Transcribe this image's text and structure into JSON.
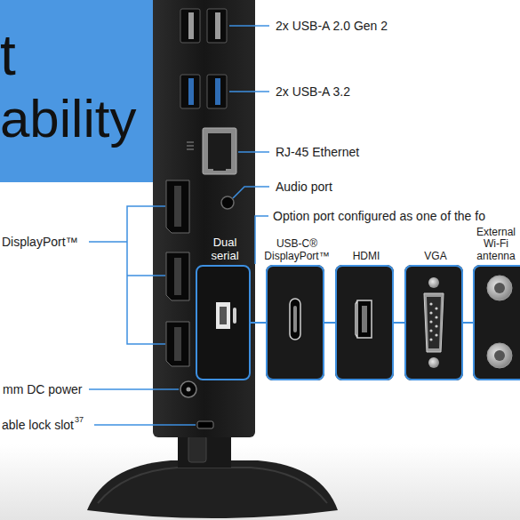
{
  "diagram": {
    "nodes": [
      {
        "text": [
          "Dual serial"
        ]
      },
      {
        "text": [
          "USB-C® DisplayPort™"
        ]
      },
      {
        "text": [
          "HDMI"
        ]
      },
      {
        "text": [
          "VGA"
        ]
      },
      {
        "text": [
          "External Wi-Fi antenna"
        ]
      }
    ],
    "edges": [
      {
        "from": 0,
        "to": 1,
        "arrow": "none"
      },
      {
        "from": 1,
        "to": 2,
        "arrow": "none"
      },
      {
        "from": 2,
        "to": 3,
        "arrow": "none"
      },
      {
        "from": 3,
        "to": 4,
        "arrow": "none"
      }
    ],
    "labels": [
      "t",
      "ability",
      "2x USB-A 2.0 Gen 2",
      "2x USB-A 3.2",
      "RJ-45 Ethernet",
      "Audio port",
      "Option port configured as one of the fo",
      "DisplayPort™",
      "mm DC power",
      "able lock slot",
      "37"
    ]
  }
}
